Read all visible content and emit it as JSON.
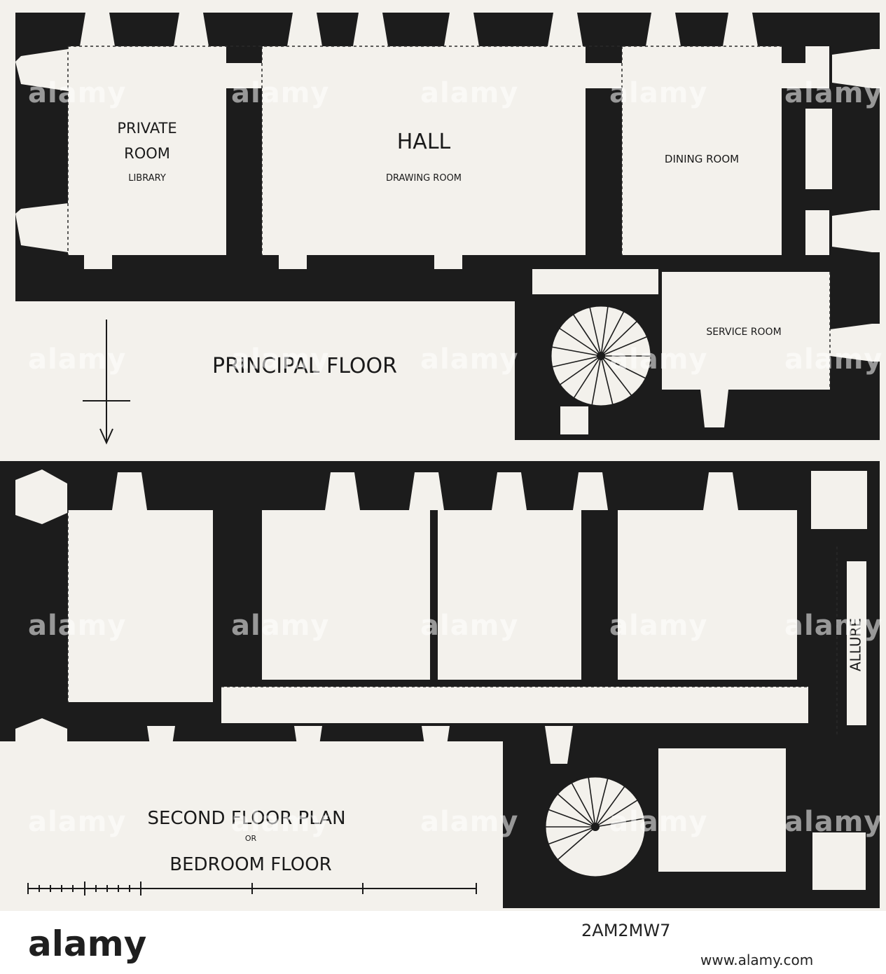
{
  "colors": {
    "wall": "#1c1c1c",
    "paper": "#f3f1ec",
    "ink": "#1a1a1a"
  },
  "principal_floor": {
    "title": "PRINCIPAL FLOOR",
    "rooms": {
      "private_room": [
        "PRIVATE",
        "ROOM",
        "LIBRARY"
      ],
      "hall": "HALL",
      "drawing_room": "DRAWING ROOM",
      "dining_room": "DINING ROOM",
      "service_room": "SERVICE ROOM"
    }
  },
  "second_floor": {
    "title_line1": "SECOND FLOOR PLAN",
    "title_or": "OR",
    "title_line2": "BEDROOM FLOOR",
    "allure": "ALLURE"
  },
  "watermarks": [
    "alamy",
    "alamy",
    "alamy",
    "alamy",
    "alamy",
    "alamy",
    "alamy",
    "alamy",
    "alamy",
    "alamy",
    "alamy",
    "alamy",
    "alamy",
    "alamy",
    "alamy",
    "alamy",
    "alamy",
    "alamy",
    "alamy",
    "alamy"
  ],
  "footer": {
    "logo": "alamy",
    "image_id": "2AM2MW7",
    "site": "www.alamy.com"
  }
}
